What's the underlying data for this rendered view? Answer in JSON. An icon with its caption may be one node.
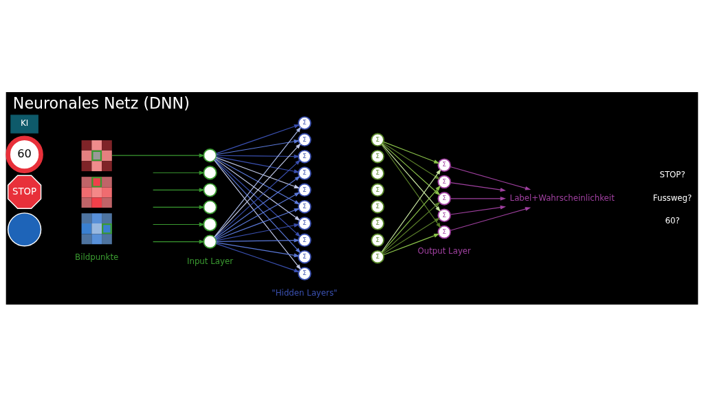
{
  "diagram": {
    "title": "Neuronales Netz (DNN)",
    "nodes": [
      {
        "text": [
          "60"
        ]
      },
      {
        "text": [],
        "shape": "picture"
      },
      {
        "text": [
          "STOP"
        ]
      },
      {
        "text": [],
        "shape": "picture"
      },
      {
        "text": [],
        "shape": "circle"
      },
      {
        "text": [],
        "shape": "picture"
      },
      {
        "text": [],
        "shape": "circle"
      },
      {
        "text": [],
        "shape": "circle"
      },
      {
        "text": [],
        "shape": "circle"
      },
      {
        "text": [],
        "shape": "circle"
      },
      {
        "text": [],
        "shape": "circle"
      },
      {
        "text": [],
        "shape": "circle"
      },
      {
        "text": [
          "Σ"
        ]
      },
      {
        "text": [
          "Σ"
        ]
      },
      {
        "text": [
          "Σ"
        ]
      },
      {
        "text": [
          "Σ"
        ]
      },
      {
        "text": [
          "Σ"
        ]
      },
      {
        "text": [
          "Σ"
        ]
      },
      {
        "text": [
          "Σ"
        ]
      },
      {
        "text": [
          "Σ"
        ]
      },
      {
        "text": [
          "Σ"
        ]
      },
      {
        "text": [
          "Σ"
        ]
      },
      {
        "text": [
          "Σ"
        ]
      },
      {
        "text": [
          "Σ"
        ]
      },
      {
        "text": [
          "Σ"
        ]
      },
      {
        "text": [
          "Σ"
        ]
      },
      {
        "text": [
          "Σ"
        ]
      },
      {
        "text": [
          "Σ"
        ]
      },
      {
        "text": [
          "Σ"
        ]
      },
      {
        "text": [
          "Σ"
        ]
      },
      {
        "text": [
          "Σ"
        ]
      },
      {
        "text": [
          "Σ"
        ]
      },
      {
        "text": [
          "Σ"
        ]
      },
      {
        "text": [
          "Σ"
        ]
      },
      {
        "text": [
          "Σ"
        ]
      },
      {
        "text": [
          "Label+Wahrscheinlichkeit"
        ]
      }
    ],
    "edges": [
      {
        "from": 1,
        "to": 6,
        "arrow": "to",
        "color": "#3a9a30"
      },
      {
        "from": null,
        "to": 7,
        "arrow": "to",
        "color": "#3a9a30"
      },
      {
        "from": null,
        "to": 8,
        "arrow": "to",
        "color": "#3a9a30"
      },
      {
        "from": null,
        "to": 9,
        "arrow": "to",
        "color": "#3a9a30"
      },
      {
        "from": null,
        "to": 10,
        "arrow": "to",
        "color": "#3a9a30"
      },
      {
        "from": null,
        "to": 11,
        "arrow": "to",
        "color": "#3a9a30"
      },
      {
        "from": 6,
        "to": 12,
        "arrow": "to",
        "color": "#3a50b0"
      },
      {
        "from": 6,
        "to": 13,
        "arrow": "to",
        "color": "#5a78d8"
      },
      {
        "from": 6,
        "to": 14,
        "arrow": "to",
        "color": "#3a50b0"
      },
      {
        "from": 6,
        "to": 15,
        "arrow": "to",
        "color": "#3a50b0"
      },
      {
        "from": 6,
        "to": 16,
        "arrow": "to",
        "color": "#c0c8e8"
      },
      {
        "from": 6,
        "to": 17,
        "arrow": "to",
        "color": "#5a78d8"
      },
      {
        "from": 6,
        "to": 18,
        "arrow": "to",
        "color": "#c0c8e8"
      },
      {
        "from": 6,
        "to": 19,
        "arrow": "to",
        "color": "#3a50b0"
      },
      {
        "from": 6,
        "to": 20,
        "arrow": "to",
        "color": "#5a78d8"
      },
      {
        "from": 6,
        "to": 21,
        "arrow": "to",
        "color": "#c0c8e8"
      },
      {
        "from": 11,
        "to": 12,
        "arrow": "to",
        "color": "#a8b8e8"
      },
      {
        "from": 11,
        "to": 13,
        "arrow": "to",
        "color": "#c0c8e8"
      },
      {
        "from": 11,
        "to": 14,
        "arrow": "to",
        "color": "#3a50b0"
      },
      {
        "from": 11,
        "to": 15,
        "arrow": "to",
        "color": "#5a78d8"
      },
      {
        "from": 11,
        "to": 16,
        "arrow": "to",
        "color": "#5a78d8"
      },
      {
        "from": 11,
        "to": 17,
        "arrow": "to",
        "color": "#5a78d8"
      },
      {
        "from": 11,
        "to": 18,
        "arrow": "to",
        "color": "#3a50b0"
      },
      {
        "from": 11,
        "to": 19,
        "arrow": "to",
        "color": "#5a78d8"
      },
      {
        "from": 11,
        "to": 20,
        "arrow": "to",
        "color": "#5a78d8"
      },
      {
        "from": 11,
        "to": 21,
        "arrow": "to",
        "color": "#3a50b0"
      },
      {
        "from": 22,
        "to": 30,
        "arrow": "to",
        "color": "#8bc34a"
      },
      {
        "from": 22,
        "to": 31,
        "arrow": "to",
        "color": "#5a7f2a"
      },
      {
        "from": 22,
        "to": 32,
        "arrow": "to",
        "color": "#8bc34a"
      },
      {
        "from": 22,
        "to": 33,
        "arrow": "to",
        "color": "#c8e6a0"
      },
      {
        "from": 22,
        "to": 34,
        "arrow": "to",
        "color": "#5a7f2a"
      },
      {
        "from": 29,
        "to": 30,
        "arrow": "to",
        "color": "#c8e6a0"
      },
      {
        "from": 29,
        "to": 31,
        "arrow": "to",
        "color": "#8bc34a"
      },
      {
        "from": 29,
        "to": 32,
        "arrow": "to",
        "color": "#5a7f2a"
      },
      {
        "from": 29,
        "to": 33,
        "arrow": "to",
        "color": "#5a7f2a"
      },
      {
        "from": 29,
        "to": 34,
        "arrow": "to",
        "color": "#8bc34a"
      },
      {
        "from": 30,
        "to": 35,
        "arrow": "to",
        "color": "#a040a0"
      },
      {
        "from": 31,
        "to": 35,
        "arrow": "to",
        "color": "#a040a0"
      },
      {
        "from": 32,
        "to": 35,
        "arrow": "to",
        "color": "#a040a0"
      },
      {
        "from": 33,
        "to": 35,
        "arrow": "to",
        "color": "#a040a0"
      },
      {
        "from": 34,
        "to": 35,
        "arrow": "to",
        "color": "#a040a0"
      }
    ],
    "labels": [
      "KI",
      "Bildpunkte",
      "STOP?",
      "Fussweg?",
      "60?",
      "Input Layer",
      "\"Hidden Layers\"",
      "Output Layer"
    ]
  }
}
